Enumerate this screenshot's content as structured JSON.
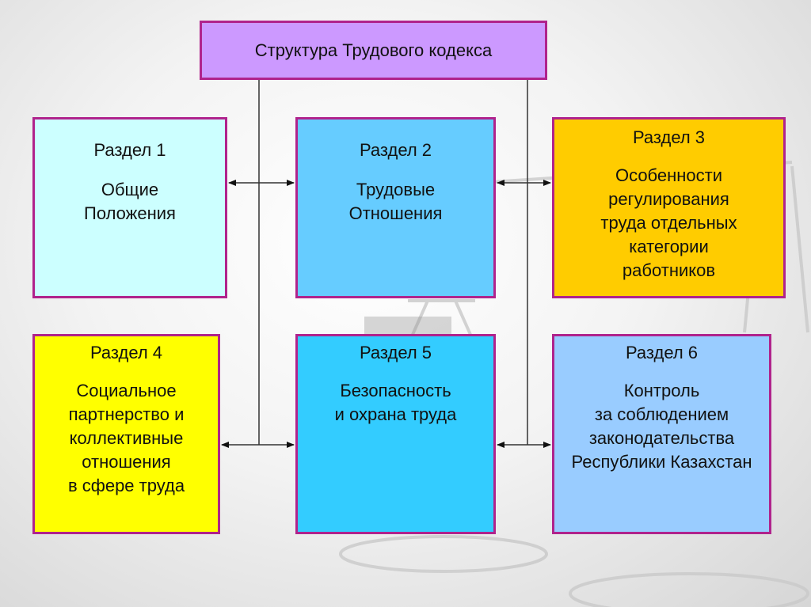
{
  "title": "Структура Трудового кодекса",
  "sections": [
    {
      "heading": "Раздел 1",
      "body": "Общие\nПоложения"
    },
    {
      "heading": "Раздел 2",
      "body": "Трудовые\nОтношения"
    },
    {
      "heading": "Раздел 3",
      "body": "Особенности\nрегулирования\nтруда отдельных\nкатегории\nработников"
    },
    {
      "heading": "Раздел 4",
      "body": "Социальное\nпартнерство и\nколлективные\nотношения\nв сфере труда"
    },
    {
      "heading": "Раздел 5",
      "body": "Безопасность\nи охрана труда"
    },
    {
      "heading": "Раздел 6",
      "body": "Контроль\nза соблюдением\nзаконодательства\nРеспублики Казахстан"
    }
  ],
  "colors": {
    "border": "#b0238c",
    "title_fill": "#cc99ff",
    "section_fills": [
      "#ccffff",
      "#66ccff",
      "#ffcc00",
      "#ffff00",
      "#33ccff",
      "#99ccff"
    ]
  },
  "background_icon": "scales-of-justice-watermark"
}
